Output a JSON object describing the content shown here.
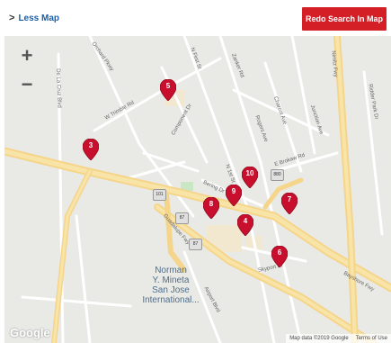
{
  "header": {
    "less_map_chevron": ">",
    "less_map_label": "Less Map",
    "redo_button_label": "Redo Search In Map"
  },
  "map": {
    "zoom_in": "+",
    "zoom_out": "−",
    "airport_label_line1": "Norman",
    "airport_label_line2": "Y. Mineta",
    "airport_label_line3": "San Jose",
    "airport_label_line4": "International...",
    "logo": "Google",
    "attribution": "Map data ©2019 Google",
    "terms": "Terms of Use",
    "markers": [
      "3",
      "4",
      "5",
      "6",
      "7",
      "8",
      "9",
      "10"
    ],
    "street_labels": [
      "De La Cruz Blvd",
      "Orchard Pkwy",
      "W Trimble Rd",
      "N First St",
      "Zanker Rd",
      "Charcot Ave",
      "Junction Ave",
      "Component Dr",
      "N 1st St",
      "Rogers Ave",
      "E Brokaw Rd",
      "Bering Dr",
      "Bayshore Fwy",
      "Airport Blvd",
      "Skyport Dr",
      "Ridder Park Dr",
      "Guadalupe Fwy",
      "Nimitz Fwy"
    ],
    "highway_shields": [
      "101",
      "87",
      "87",
      "880"
    ],
    "marker_color": "#c8102e"
  }
}
